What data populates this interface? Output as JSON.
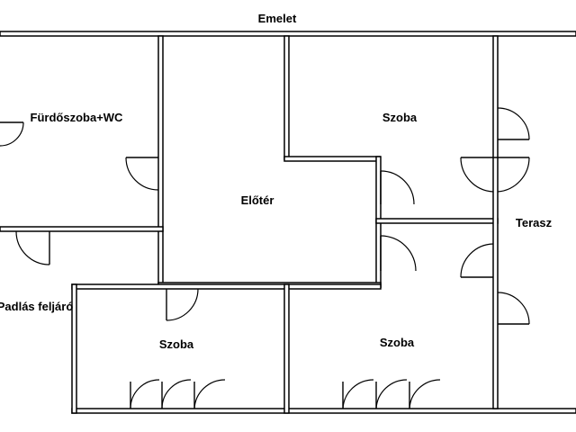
{
  "plan": {
    "title": "Emelet",
    "rooms": {
      "bathroom": "Fürdőszoba+WC",
      "room_top_right": "Szoba",
      "hall": "Előtér",
      "terrace": "Terasz",
      "attic_stairs": "Padlás feljáró",
      "room_bottom_left": "Szoba",
      "room_bottom_right": "Szoba"
    }
  },
  "colors": {
    "wall_outline": "#000000",
    "background": "#ffffff"
  }
}
